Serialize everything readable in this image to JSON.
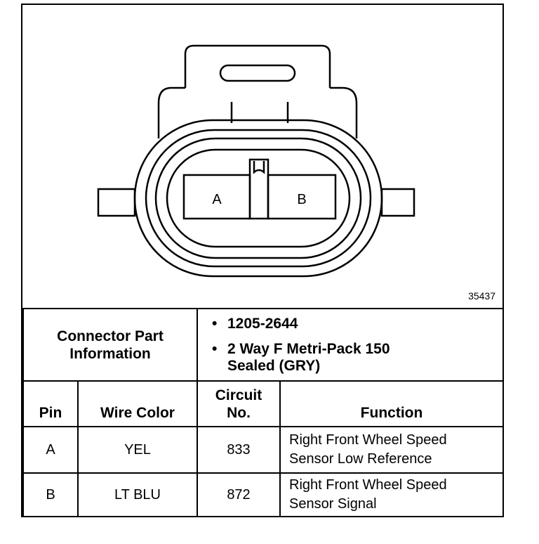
{
  "figure": {
    "number": "35437",
    "pins": [
      {
        "label": "A"
      },
      {
        "label": "B"
      }
    ]
  },
  "connector_info": {
    "label_line1": "Connector Part",
    "label_line2": "Information",
    "items": [
      "1205-2644",
      "2 Way F Metri-Pack 150 Sealed (GRY)"
    ]
  },
  "pin_table": {
    "headers": {
      "pin": "Pin",
      "wire_color": "Wire Color",
      "circuit_line1": "Circuit",
      "circuit_line2": "No.",
      "function": "Function"
    },
    "rows": [
      {
        "pin": "A",
        "wire_color": "YEL",
        "circuit": "833",
        "function_line1": "Right Front Wheel Speed",
        "function_line2": "Sensor Low Reference"
      },
      {
        "pin": "B",
        "wire_color": "LT BLU",
        "circuit": "872",
        "function_line1": "Right Front Wheel Speed",
        "function_line2": "Sensor Signal"
      }
    ]
  }
}
